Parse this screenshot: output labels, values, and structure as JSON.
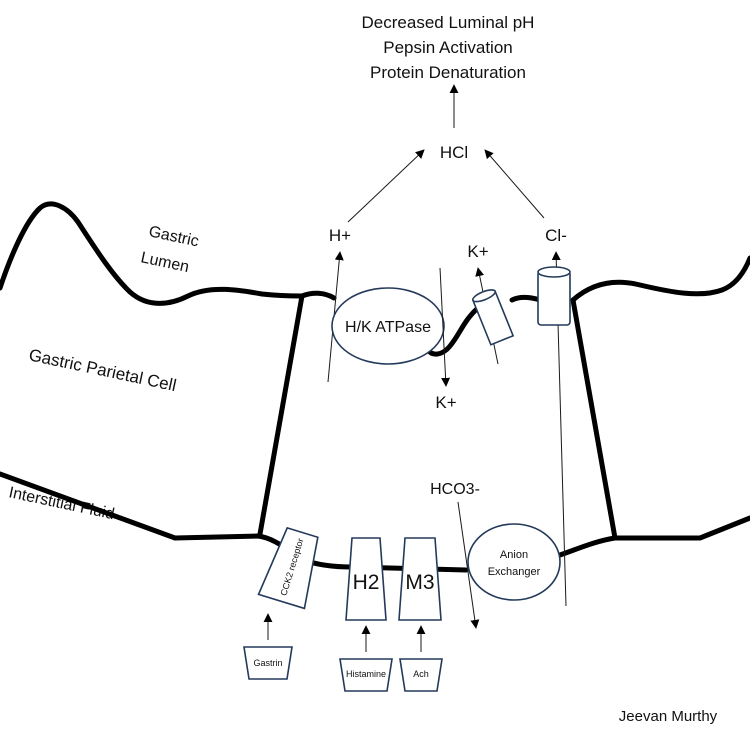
{
  "outcomes": [
    "Decreased Luminal pH",
    "Pepsin Activation",
    "Protein Denaturation"
  ],
  "hcl": "HCl",
  "h_plus": "H+",
  "cl_minus": "Cl-",
  "k_plus_out": "K+",
  "k_plus_in": "K+",
  "region_lumen": [
    "Gastric",
    "Lumen"
  ],
  "region_cell": "Gastric Parietal Cell",
  "region_interstitial": "Interstitial Fluid",
  "hk_atpase": "H/K ATPase",
  "hco3": "HCO3-",
  "anion_exchanger": [
    "Anion",
    "Exchanger"
  ],
  "receptors": {
    "cck2": "CCK2 receptor",
    "h2": "H2",
    "m3": "M3"
  },
  "ligands": {
    "gastrin": "Gastrin",
    "histamine": "Histamine",
    "ach": "Ach"
  },
  "author": "Jeevan Murthy",
  "colors": {
    "line": "#000000",
    "shape_stroke": "#243a5a"
  }
}
